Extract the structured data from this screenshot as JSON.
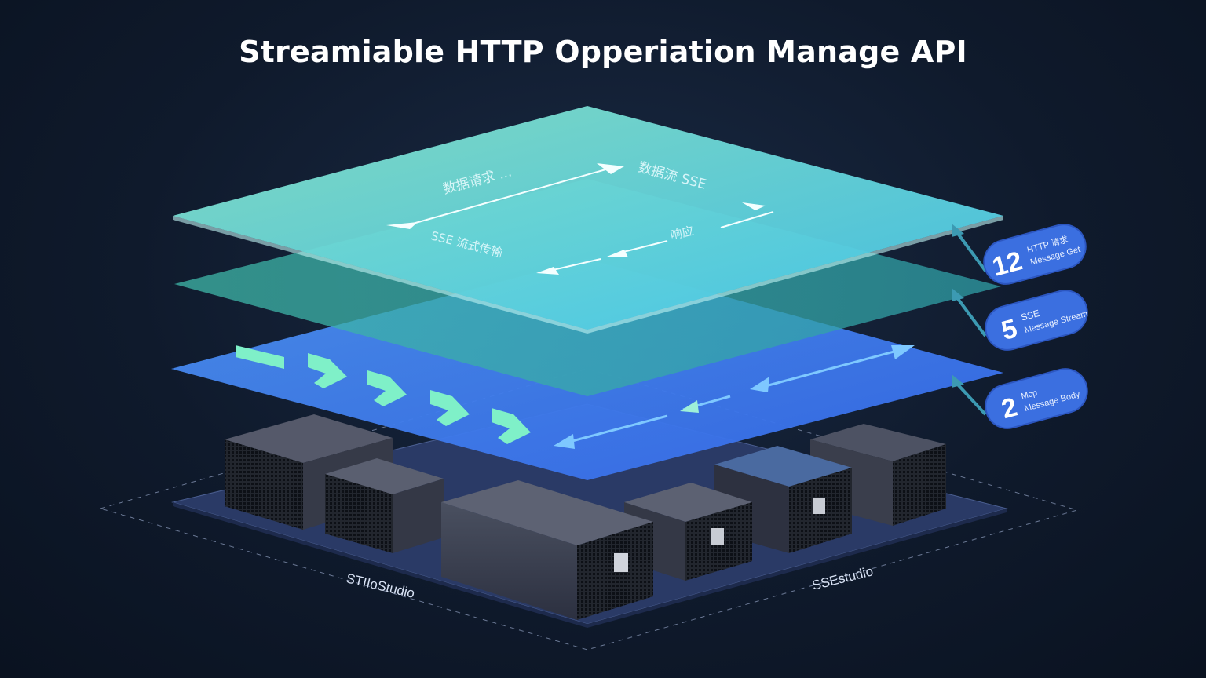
{
  "title": "Streamiable HTTP Opperiation Manage API",
  "top_layer_labels": [
    "数据请求 ...",
    "数据流 SSE",
    "响应",
    "SSE 流式传输"
  ],
  "badges": [
    {
      "number": "12",
      "line1": "HTTP 请求",
      "line2": "Message Get"
    },
    {
      "number": "5",
      "line1": "SSE",
      "line2": "Message Stream"
    },
    {
      "number": "2",
      "line1": "Mcp",
      "line2": "Message Body"
    }
  ],
  "base_labels": [
    "STIIoStudio",
    "SSEstudio"
  ],
  "colors": {
    "top_layer": "#5fd6d8",
    "middle_layer": "#3aa6a8",
    "blue_layer": "#3f7ef0",
    "badge": "#3b6fe0",
    "arrow_green": "#7ff0c8"
  }
}
